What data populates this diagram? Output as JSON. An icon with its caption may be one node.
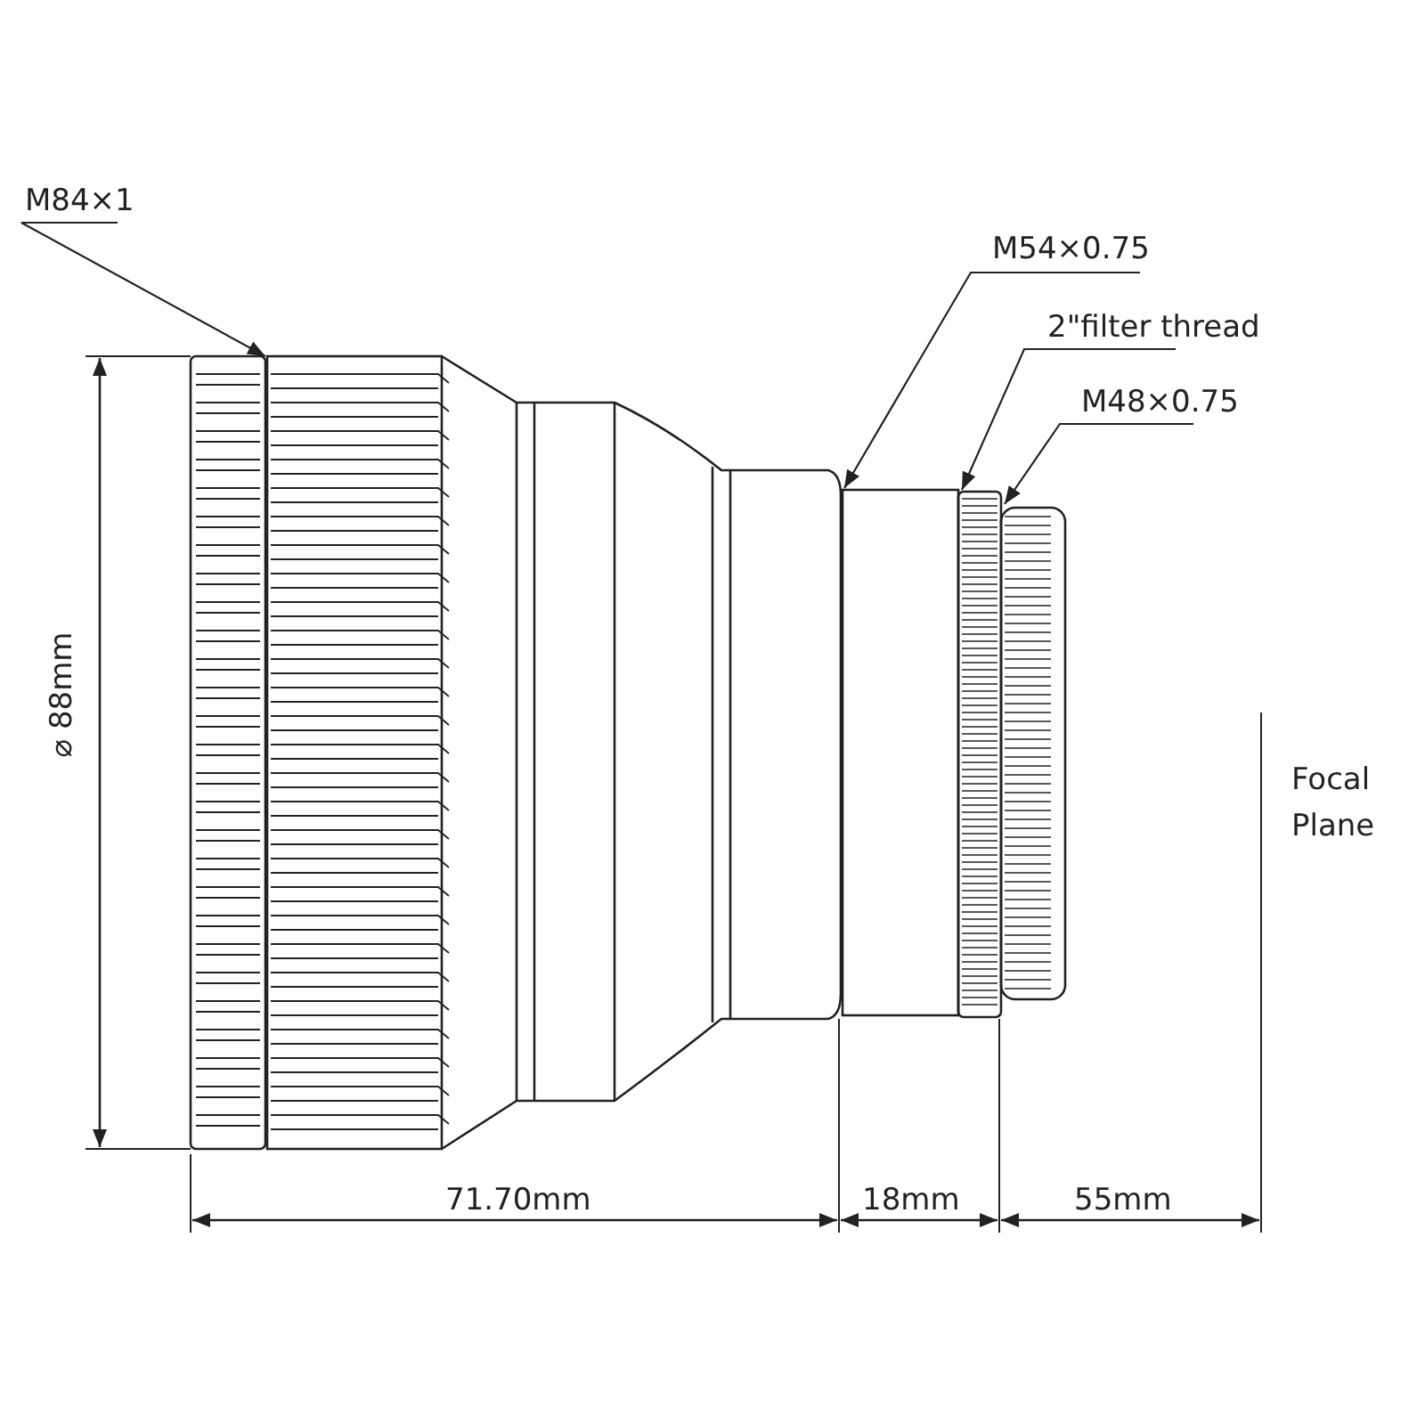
{
  "diagram": {
    "nodes": [
      {
        "text": [
          "M84×1"
        ]
      },
      {
        "text": [
          "M54×0.75"
        ]
      },
      {
        "text": [
          "2\"filter thread"
        ]
      },
      {
        "text": [
          "M48×0.75"
        ]
      }
    ],
    "edges": [
      {
        "from": 0,
        "to": null,
        "arrow": "to"
      },
      {
        "from": 1,
        "to": null,
        "arrow": "to"
      },
      {
        "from": 2,
        "to": null,
        "arrow": "to"
      },
      {
        "from": 3,
        "to": null,
        "arrow": "to"
      }
    ],
    "labels": [
      "⌀ 88mm",
      "71.70mm",
      "18mm",
      "55mm",
      "Focal Plane"
    ]
  }
}
